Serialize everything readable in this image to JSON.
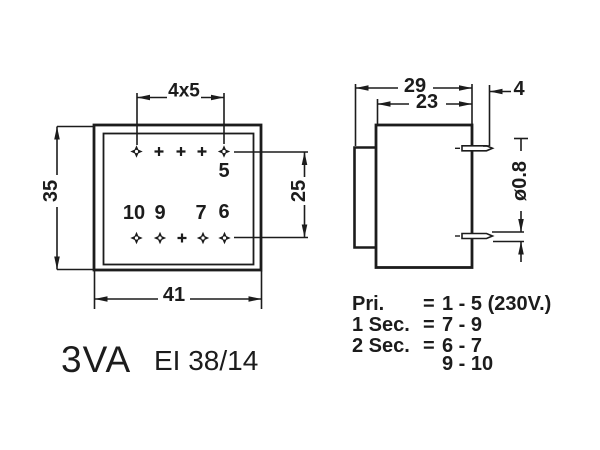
{
  "colors": {
    "ink": "#1c1c1c",
    "background": "#ffffff"
  },
  "title": {
    "power": "3VA",
    "core": "EI 38/14"
  },
  "top_view": {
    "dim_pin_pitch": "4x5",
    "dim_height": "35",
    "dim_width": "41",
    "dim_row_spacing": "25",
    "pin_labels": {
      "p5": "5",
      "p10": "10",
      "p9": "9",
      "p7": "7",
      "p6": "6"
    }
  },
  "side_view": {
    "dim_overall_depth": "29",
    "dim_body_depth": "23",
    "dim_pin_length": "4",
    "dim_pin_diameter": "ø0.8"
  },
  "winding_table": {
    "rows": [
      {
        "label": "Pri.",
        "eq": "=",
        "value": "1 - 5 (230V.)"
      },
      {
        "label": "1 Sec.",
        "eq": "=",
        "value": "7 - 9"
      },
      {
        "label": "2 Sec.",
        "eq": "=",
        "value": "6 - 7"
      },
      {
        "label": "",
        "eq": "",
        "value": "9 - 10"
      }
    ]
  }
}
